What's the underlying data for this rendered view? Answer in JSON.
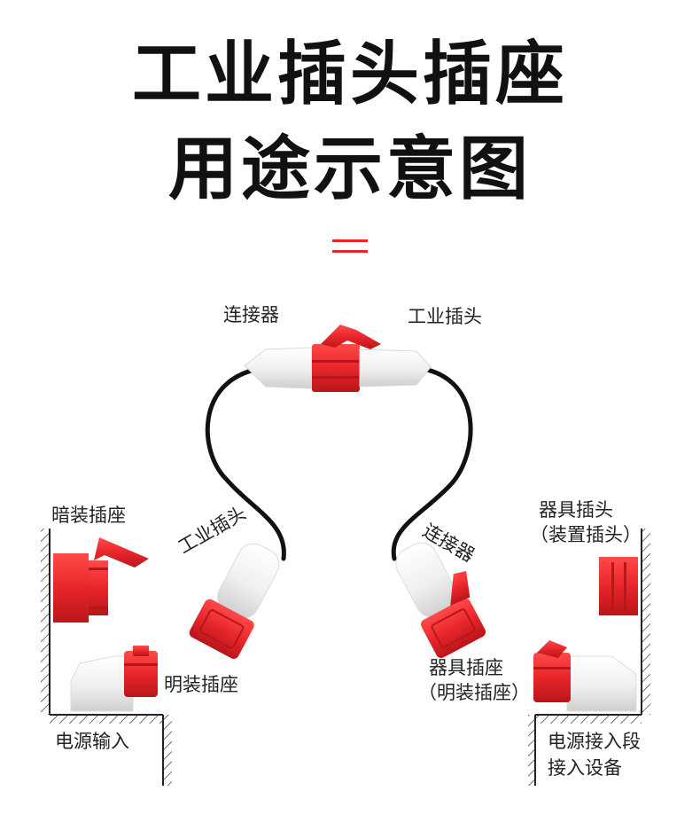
{
  "title": {
    "line1": "工业插头插座",
    "line2": "用途示意图"
  },
  "labels": {
    "top_connector": "连接器",
    "top_plug": "工业插头",
    "concealed_socket": "暗装插座",
    "left_plug": "工业插头",
    "right_connector": "连接器",
    "appliance_plug": "器具插头",
    "appliance_plug_note": "（装置插头）",
    "surface_socket": "明装插座",
    "appliance_socket": "器具插座",
    "appliance_socket_note": "（明装插座）",
    "power_input": "电源输入",
    "power_output_line1": "电源接入段",
    "power_output_line2": "接入设备"
  },
  "colors": {
    "red": "#e8262b",
    "dark_red": "#b8161b",
    "white_body": "#f3f3f3",
    "cable": "#111111",
    "accent": "#e8262b"
  }
}
